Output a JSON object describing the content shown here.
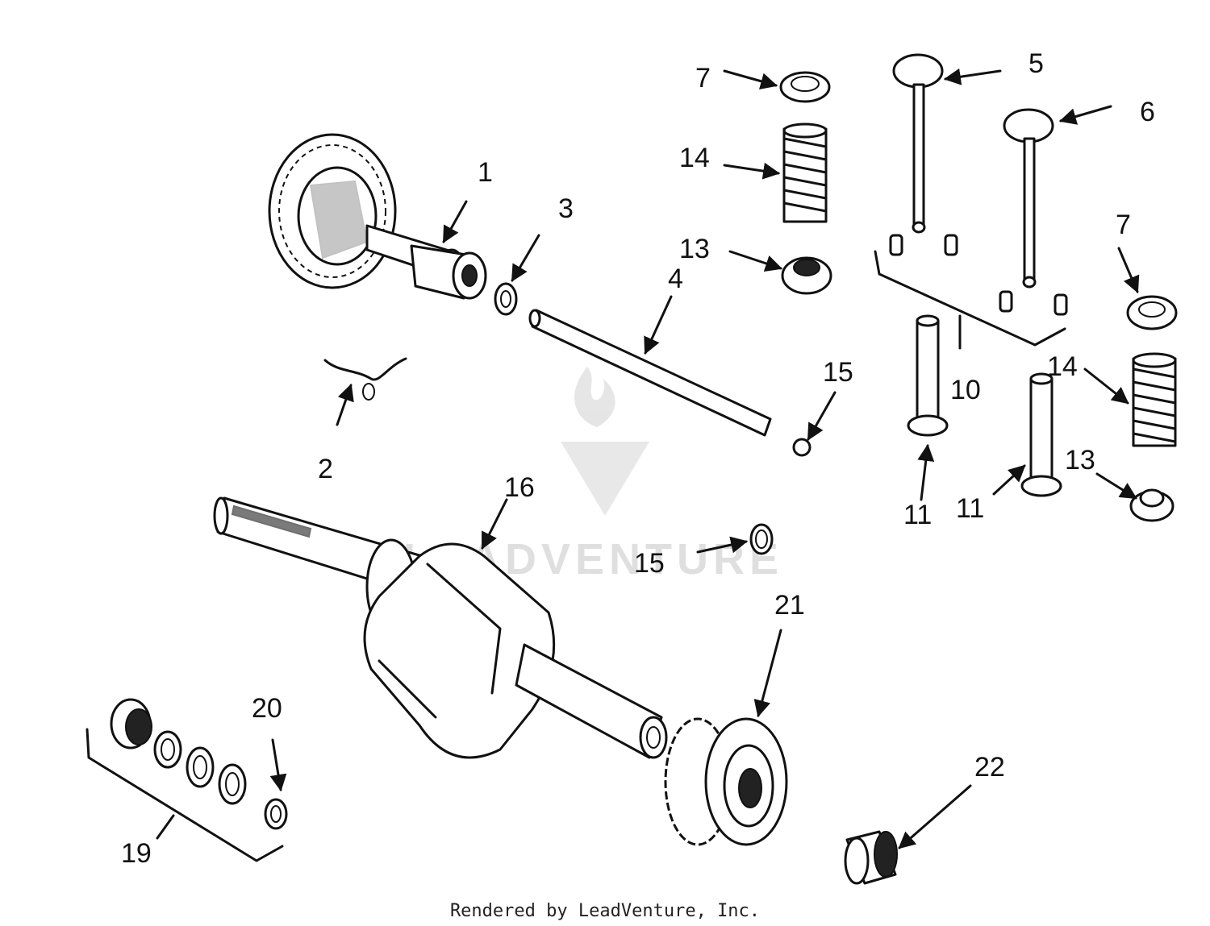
{
  "callouts": {
    "c1": "1",
    "c2": "2",
    "c3": "3",
    "c4": "4",
    "c5": "5",
    "c6": "6",
    "c7a": "7",
    "c7b": "7",
    "c10": "10",
    "c11a": "11",
    "c11b": "11",
    "c13a": "13",
    "c13b": "13",
    "c14a": "14",
    "c14b": "14",
    "c15a": "15",
    "c15b": "15",
    "c16": "16",
    "c19": "19",
    "c20": "20",
    "c21": "21",
    "c22": "22"
  },
  "watermark": "LEADVENTURE",
  "footer": "Rendered by LeadVenture, Inc."
}
